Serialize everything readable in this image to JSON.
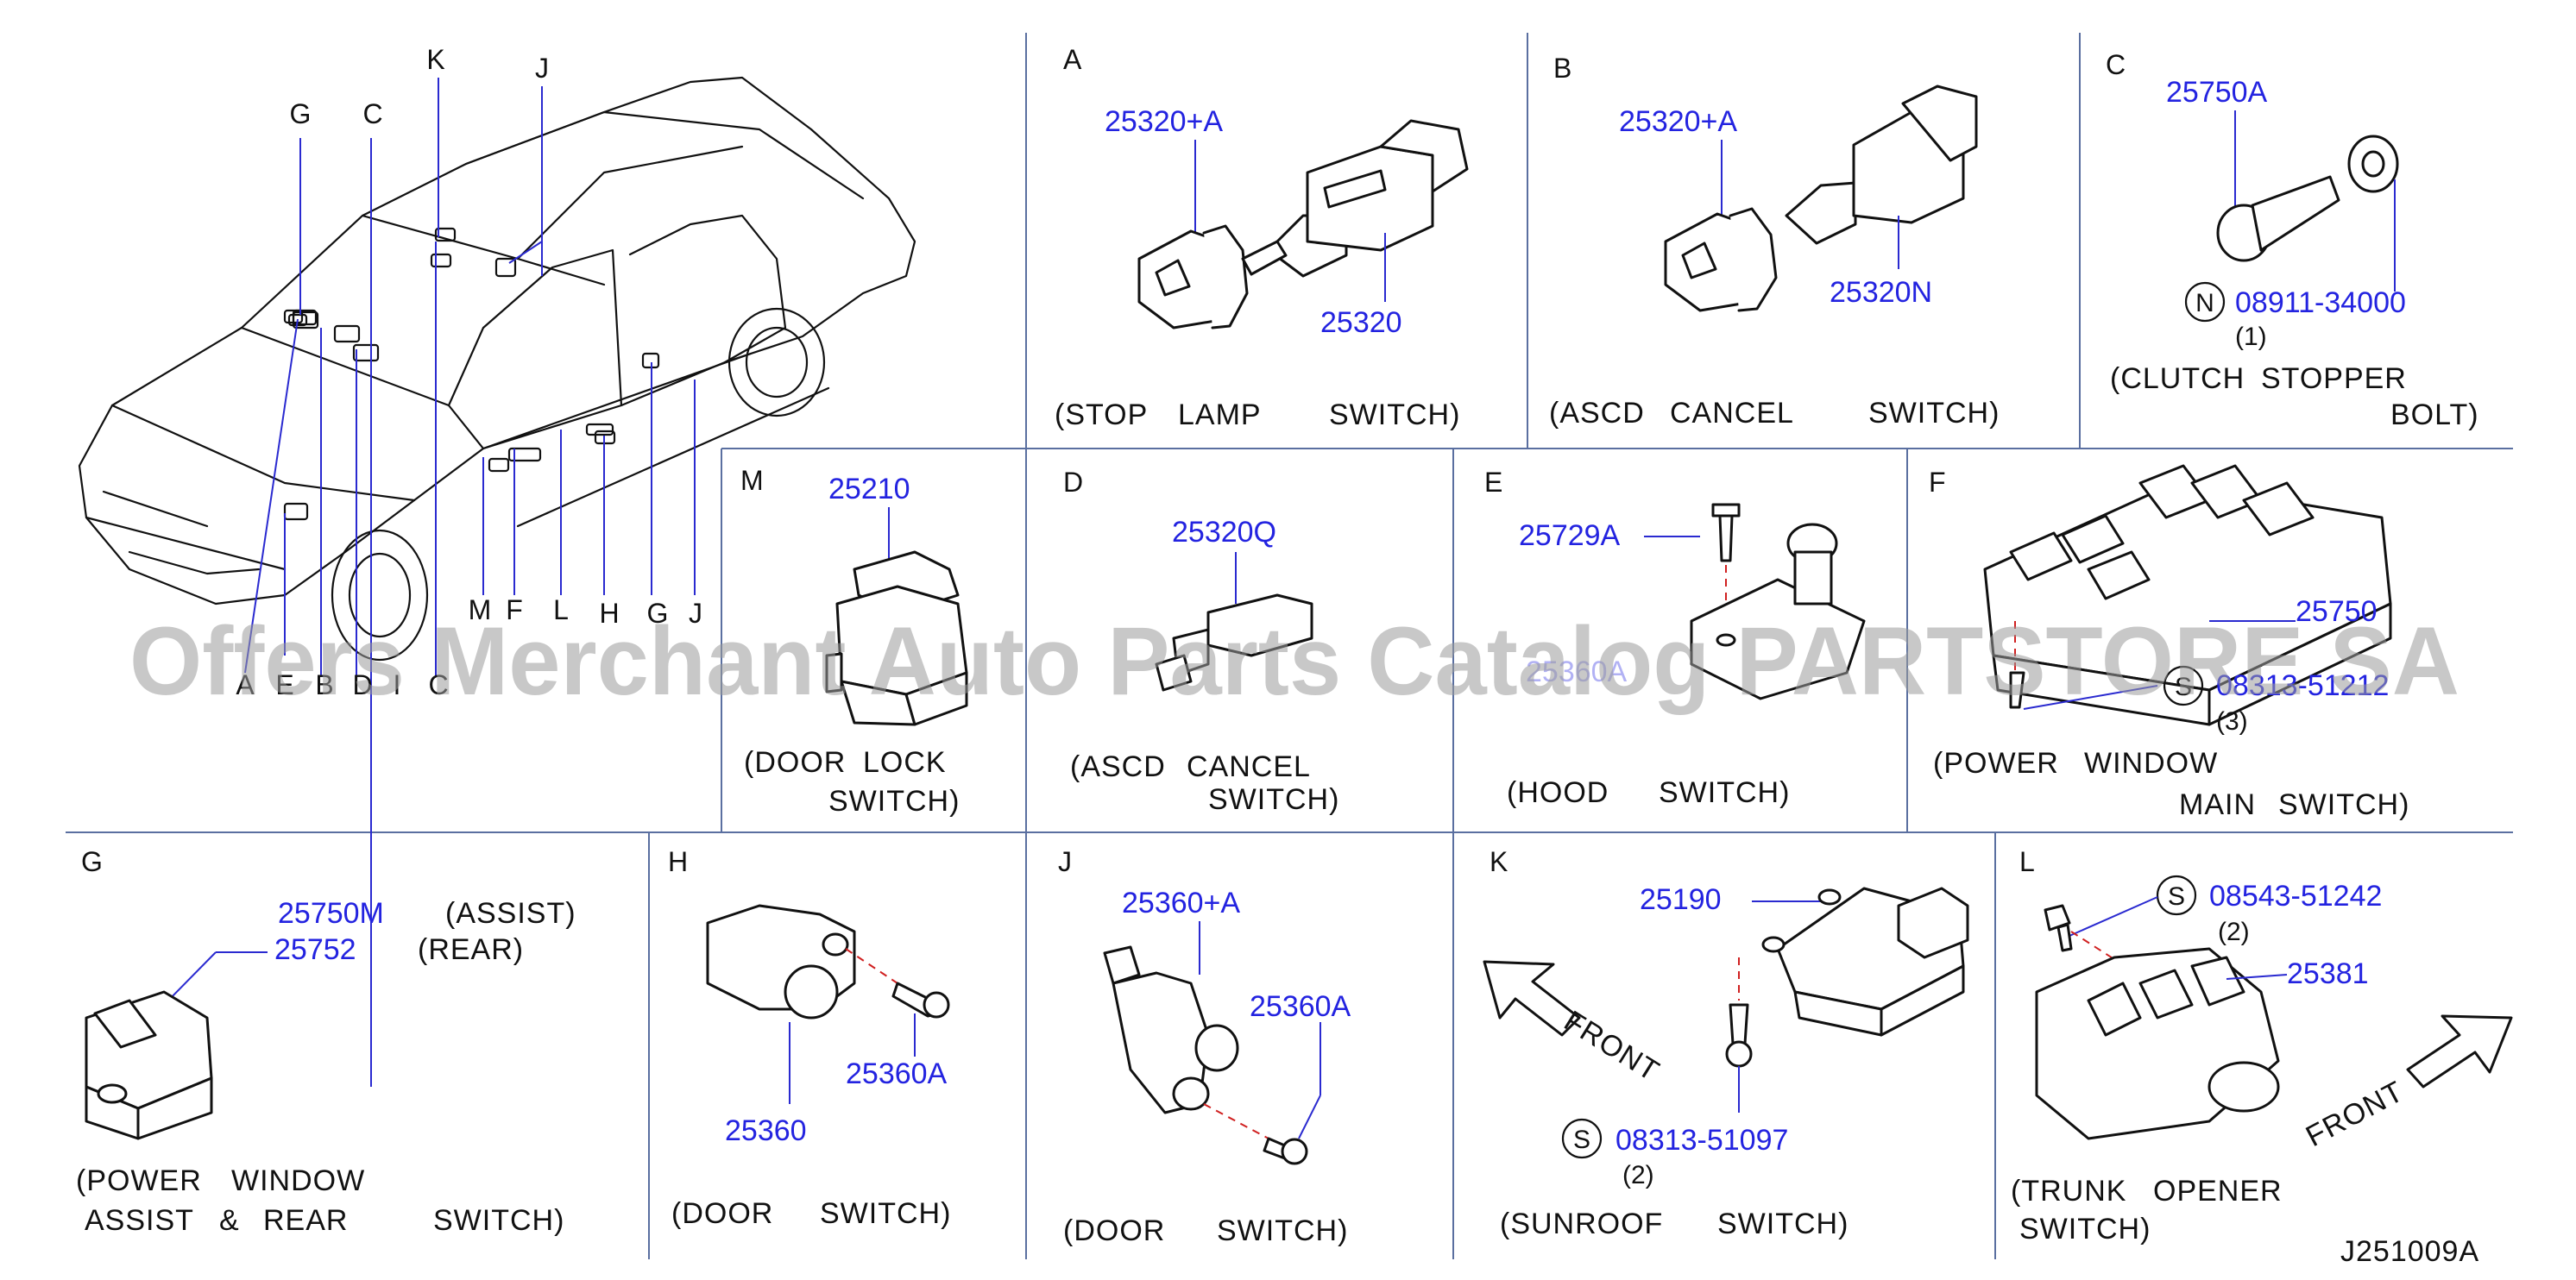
{
  "diagram_id": "J251009A",
  "watermark": "Offers Merchant Auto Parts Catalog PARTSTORE SA",
  "overview": {
    "letters": [
      "K",
      "J",
      "G",
      "C",
      "M",
      "F",
      "L",
      "H",
      "G",
      "J",
      "A",
      "E",
      "B",
      "D",
      "I",
      "C"
    ]
  },
  "sections": {
    "A": {
      "letter": "A",
      "parts": [
        "25320+A",
        "25320"
      ],
      "caption": [
        "(STOP",
        "LAMP",
        "SWITCH)"
      ]
    },
    "B": {
      "letter": "B",
      "parts": [
        "25320+A",
        "25320N"
      ],
      "caption": [
        "(ASCD",
        "CANCEL",
        "SWITCH)"
      ]
    },
    "C": {
      "letter": "C",
      "parts": [
        "25750A",
        "08911-34000"
      ],
      "marker": "N",
      "qty": "(1)",
      "caption": [
        "(CLUTCH",
        "STOPPER",
        "BOLT)"
      ]
    },
    "M": {
      "letter": "M",
      "parts": [
        "25210"
      ],
      "caption": [
        "(DOOR",
        "LOCK",
        "SWITCH)"
      ]
    },
    "D": {
      "letter": "D",
      "parts": [
        "25320Q"
      ],
      "caption": [
        "(ASCD",
        "CANCEL",
        "SWITCH)"
      ]
    },
    "E": {
      "letter": "E",
      "parts": [
        "25729A",
        "25360A"
      ],
      "caption": [
        "(HOOD",
        "SWITCH)"
      ]
    },
    "F": {
      "letter": "F",
      "parts": [
        "25750",
        "08313-51212"
      ],
      "marker": "S",
      "qty": "(3)",
      "caption": [
        "(POWER",
        "WINDOW",
        "MAIN",
        "SWITCH)"
      ]
    },
    "G": {
      "letter": "G",
      "parts": [
        "25750M",
        "25752"
      ],
      "notes": [
        "(ASSIST)",
        "(REAR)"
      ],
      "caption": [
        "(POWER",
        "WINDOW",
        "ASSIST",
        "&",
        "REAR",
        "SWITCH)"
      ]
    },
    "H": {
      "letter": "H",
      "parts": [
        "25360A",
        "25360"
      ],
      "caption": [
        "(DOOR",
        "SWITCH)"
      ]
    },
    "J": {
      "letter": "J",
      "parts": [
        "25360+A",
        "25360A"
      ],
      "caption": [
        "(DOOR",
        "SWITCH)"
      ]
    },
    "K": {
      "letter": "K",
      "parts": [
        "25190",
        "08313-51097"
      ],
      "marker": "S",
      "qty": "(2)",
      "front": "FRONT",
      "caption": [
        "(SUNROOF",
        "SWITCH)"
      ]
    },
    "L": {
      "letter": "L",
      "parts": [
        "08543-51242",
        "25381"
      ],
      "marker": "S",
      "qty": "(2)",
      "front": "FRONT",
      "caption": [
        "(TRUNK",
        "OPENER",
        "SWITCH)"
      ]
    }
  },
  "colors": {
    "part_number": "#2323e0",
    "grid": "#5a6fa0",
    "leader": "#2a2ad0",
    "dashed_guide": "#d02020",
    "ink": "#111111"
  }
}
